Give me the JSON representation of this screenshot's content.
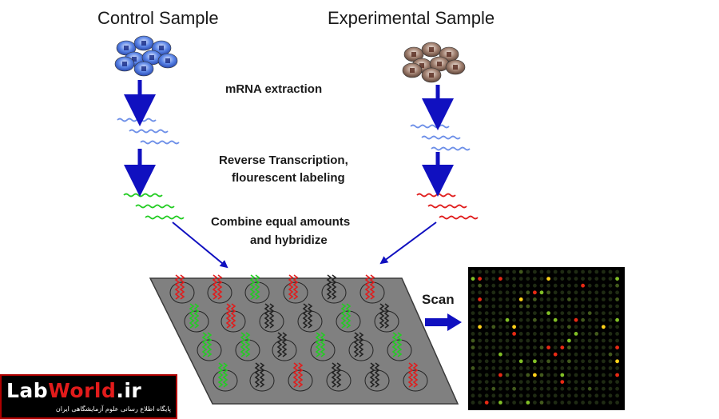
{
  "titles": {
    "control": "Control Sample",
    "experimental": "Experimental Sample"
  },
  "steps": {
    "mrna_extraction": "mRNA extraction",
    "rt_line1": "Reverse Transcription,",
    "rt_line2": "flourescent labeling",
    "combine_line1": "Combine equal amounts",
    "combine_line2": "and hybridize",
    "scan": "Scan"
  },
  "logo": {
    "lab": "Lab",
    "world": "World",
    "ir": ".ir",
    "tagline": "پایگاه اطلاع رسانی علوم آزمایشگاهی ایران"
  },
  "colors": {
    "control_cells": "#3d6fd8",
    "experimental_cells": "#8a6a5a",
    "unlabeled_mrna": "#6d8fe8",
    "green_label": "#22cc22",
    "red_label": "#e01c1c",
    "arrow": "#1010c0",
    "slide": "#808080",
    "array_background": "#000000"
  }
}
